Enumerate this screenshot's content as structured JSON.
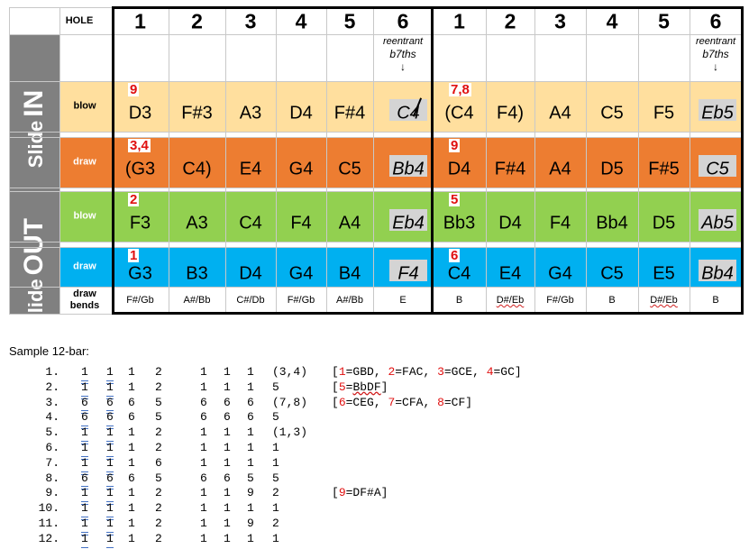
{
  "table": {
    "hole_header": "HOLE",
    "holes": [
      "1",
      "2",
      "3",
      "4",
      "5",
      "6",
      "1",
      "2",
      "3",
      "4",
      "5",
      "6"
    ],
    "side_labels": [
      {
        "small": "Slide",
        "big": "IN"
      },
      {
        "small": "Slide",
        "big": "OUT"
      }
    ],
    "reentrant_note": {
      "line1": "reentrant",
      "line2": "b7ths",
      "arrow": "↓"
    },
    "rows": [
      {
        "label": "blow",
        "color": "#ffdf9e",
        "label_white": false,
        "notes": [
          "D3",
          "F#3",
          "A3",
          "D4",
          "F#4",
          "C4",
          "(C4",
          "F4)",
          "A4",
          "C5",
          "F5",
          "Eb5"
        ],
        "chord_markers": [
          {
            "hole": 0,
            "text": "9"
          },
          {
            "hole": 6,
            "text": "7,8"
          }
        ]
      },
      {
        "label": "draw",
        "color": "#ed7d31",
        "label_white": true,
        "notes": [
          "(G3",
          "C4)",
          "E4",
          "G4",
          "C5",
          "Bb4",
          "D4",
          "F#4",
          "A4",
          "D5",
          "F#5",
          "C5"
        ],
        "chord_markers": [
          {
            "hole": 0,
            "text": "3,4"
          },
          {
            "hole": 6,
            "text": "9"
          }
        ]
      },
      {
        "label": "blow",
        "color": "#92d050",
        "label_white": true,
        "notes": [
          "F3",
          "A3",
          "C4",
          "F4",
          "A4",
          "Eb4",
          "Bb3",
          "D4",
          "F4",
          "Bb4",
          "D5",
          "Ab5"
        ],
        "chord_markers": [
          {
            "hole": 0,
            "text": "2"
          },
          {
            "hole": 6,
            "text": "5"
          }
        ]
      },
      {
        "label": "draw",
        "color": "#00b0f0",
        "label_white": true,
        "notes": [
          "G3",
          "B3",
          "D4",
          "G4",
          "B4",
          "F4",
          "C4",
          "E4",
          "G4",
          "C5",
          "E5",
          "Bb4"
        ],
        "chord_markers": [
          {
            "hole": 0,
            "text": "1"
          },
          {
            "hole": 6,
            "text": "6"
          }
        ]
      }
    ],
    "bends": {
      "label_line1": "draw",
      "label_line2": "bends",
      "values": [
        "F#/Gb",
        "A#/Bb",
        "C#/Db",
        "F#/Gb",
        "A#/Bb",
        "E",
        "B",
        "D#/Eb",
        "F#/Gb",
        "B",
        "D#/Eb",
        "B"
      ]
    }
  },
  "sample": {
    "title": "Sample 12-bar:",
    "bars": [
      {
        "num": "1.",
        "holes": [
          "1",
          "1",
          "1",
          "2",
          "1",
          "1",
          "1",
          "(3,4)"
        ]
      },
      {
        "num": "2.",
        "holes": [
          "1",
          "1",
          "1",
          "2",
          "1",
          "1",
          "1",
          "5"
        ]
      },
      {
        "num": "3.",
        "holes": [
          "6",
          "6",
          "6",
          "5",
          "6",
          "6",
          "6",
          "(7,8)"
        ]
      },
      {
        "num": "4.",
        "holes": [
          "6",
          "6",
          "6",
          "5",
          "6",
          "6",
          "6",
          "5"
        ]
      },
      {
        "num": "5.",
        "holes": [
          "1",
          "1",
          "1",
          "2",
          "1",
          "1",
          "1",
          "(1,3)"
        ]
      },
      {
        "num": "6.",
        "holes": [
          "1",
          "1",
          "1",
          "2",
          "1",
          "1",
          "1",
          "1"
        ]
      },
      {
        "num": "7.",
        "holes": [
          "1",
          "1",
          "1",
          "6",
          "1",
          "1",
          "1",
          "1"
        ]
      },
      {
        "num": "8.",
        "holes": [
          "6",
          "6",
          "6",
          "5",
          "6",
          "6",
          "5",
          "5"
        ]
      },
      {
        "num": "9.",
        "holes": [
          "1",
          "1",
          "1",
          "2",
          "1",
          "1",
          "9",
          "2"
        ]
      },
      {
        "num": "10.",
        "holes": [
          "1",
          "1",
          "1",
          "2",
          "1",
          "1",
          "1",
          "1"
        ]
      },
      {
        "num": "11.",
        "holes": [
          "1",
          "1",
          "1",
          "2",
          "1",
          "1",
          "9",
          "2"
        ]
      },
      {
        "num": "12.",
        "holes": [
          "1",
          "1",
          "1",
          "2",
          "1",
          "1",
          "1",
          "1"
        ]
      }
    ],
    "legend": [
      [
        {
          "t": "[",
          "r": false
        },
        {
          "t": "1",
          "r": true
        },
        {
          "t": "=GBD, ",
          "r": false
        },
        {
          "t": "2",
          "r": true
        },
        {
          "t": "=FAC, ",
          "r": false
        },
        {
          "t": "3",
          "r": true
        },
        {
          "t": "=GCE, ",
          "r": false
        },
        {
          "t": "4",
          "r": true
        },
        {
          "t": "=GC]",
          "r": false
        }
      ],
      [
        {
          "t": "[",
          "r": false
        },
        {
          "t": "5",
          "r": true
        },
        {
          "t": "=",
          "r": false
        },
        {
          "t": "BbDF",
          "r": false,
          "w": true
        },
        {
          "t": "]",
          "r": false
        }
      ],
      [
        {
          "t": "[",
          "r": false
        },
        {
          "t": "6",
          "r": true
        },
        {
          "t": "=CEG, ",
          "r": false
        },
        {
          "t": "7",
          "r": true
        },
        {
          "t": "=CFA, ",
          "r": false
        },
        {
          "t": "8",
          "r": true
        },
        {
          "t": "=CF]",
          "r": false
        }
      ],
      [],
      [],
      [],
      [],
      [],
      [
        {
          "t": "[",
          "r": false
        },
        {
          "t": "9",
          "r": true
        },
        {
          "t": "=DF#A]",
          "r": false
        }
      ]
    ]
  }
}
